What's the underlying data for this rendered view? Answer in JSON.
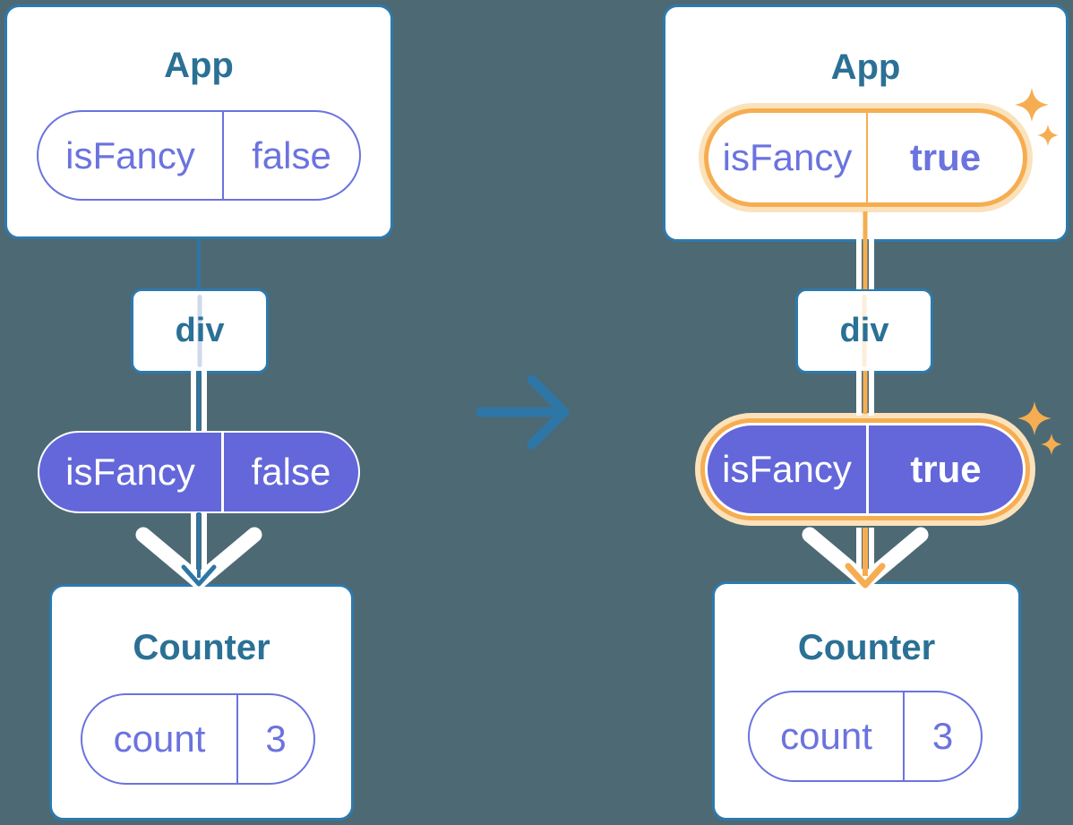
{
  "diagrams": {
    "before": {
      "app": {
        "title": "App",
        "state_key": "isFancy",
        "state_value": "false"
      },
      "div_label": "div",
      "prop": {
        "key": "isFancy",
        "value": "false"
      },
      "counter": {
        "title": "Counter",
        "state_key": "count",
        "state_value": "3"
      }
    },
    "after": {
      "app": {
        "title": "App",
        "state_key": "isFancy",
        "state_value": "true"
      },
      "div_label": "div",
      "prop": {
        "key": "isFancy",
        "value": "true"
      },
      "counter": {
        "title": "Counter",
        "state_key": "count",
        "state_value": "3"
      }
    }
  },
  "colors": {
    "background": "#4d6974",
    "card-border": "#2d7aad",
    "title-text": "#2b7095",
    "line-blue": "#2e76a6",
    "purple": "#6367da",
    "purple-text": "#6b73de",
    "orange": "#f6ad51",
    "orange-glow": "#fbe2bb",
    "ghost-blue": "#cfd9ec",
    "ghost-peach": "#fdeeda"
  }
}
